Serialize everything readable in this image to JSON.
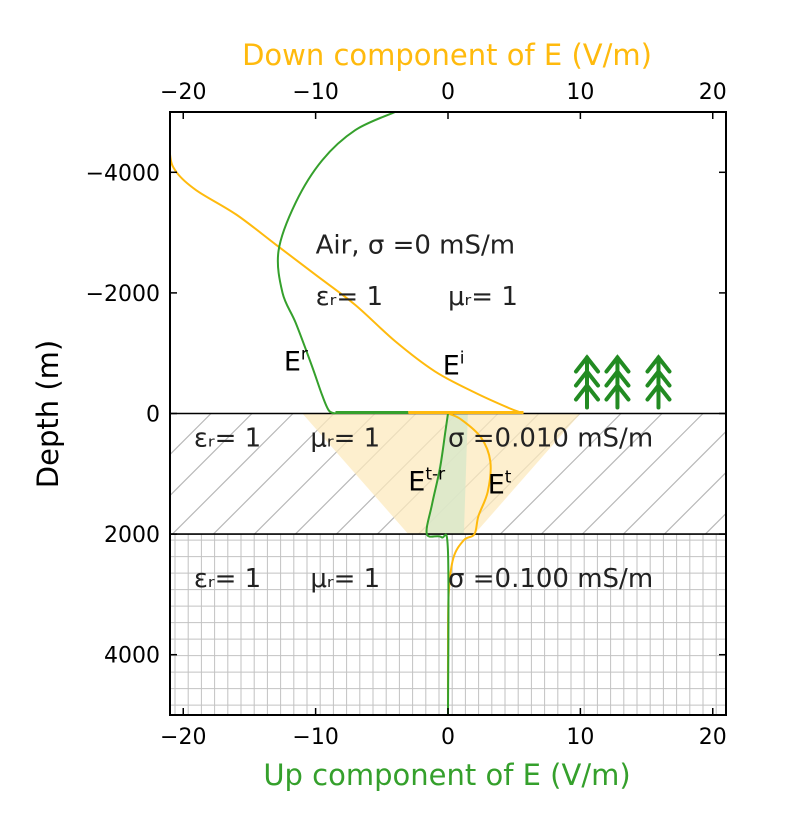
{
  "chart_data": {
    "type": "line",
    "top_xlabel": "Down component of E (V/m)",
    "bottom_xlabel": "Up component of E (V/m)",
    "ylabel": "Depth (m)",
    "xlim": [
      -21,
      21
    ],
    "ylim": [
      -5000,
      5000
    ],
    "y_inverted": true,
    "x_ticks": [
      -20,
      -10,
      0,
      10,
      20
    ],
    "y_ticks": [
      -4000,
      -2000,
      0,
      2000,
      4000
    ],
    "x_tick_labels": [
      "−20",
      "−10",
      "0",
      "10",
      "20"
    ],
    "y_tick_labels": [
      "−4000",
      "−2000",
      "0",
      "2000",
      "4000"
    ],
    "colors": {
      "down": "#FFBA0D",
      "up": "#35A02C",
      "fill_down": "#FCE9BE",
      "fill_up": "#D9E8C9",
      "trees": "#228B22",
      "axis": "#000000"
    },
    "layers": [
      {
        "name": "air",
        "top": -5000,
        "bottom": 0,
        "pattern": "none",
        "labels": {
          "main": "Air, σ =0 mS/m",
          "eps": "εᵣ= 1",
          "mu": "μᵣ= 1"
        }
      },
      {
        "name": "layer1",
        "top": 0,
        "bottom": 2000,
        "pattern": "diagonal",
        "labels": {
          "eps": "εᵣ= 1",
          "mu": "μᵣ= 1",
          "sigma": "σ =0.010 mS/m"
        }
      },
      {
        "name": "layer2",
        "top": 2000,
        "bottom": 5000,
        "pattern": "grid",
        "labels": {
          "eps": "εᵣ= 1",
          "mu": "μᵣ= 1",
          "sigma": "σ =0.100 mS/m"
        }
      }
    ],
    "series": [
      {
        "key": "Ei",
        "color_key": "down",
        "label_base": "E",
        "label_sup": "i",
        "points": [
          [
            -21,
            -5000
          ],
          [
            -21,
            -4300
          ],
          [
            -20.5,
            -4000
          ],
          [
            -19,
            -3700
          ],
          [
            -16,
            -3300
          ],
          [
            -13,
            -2800
          ],
          [
            -10,
            -2300
          ],
          [
            -7,
            -1800
          ],
          [
            -4,
            -1200
          ],
          [
            -1,
            -700
          ],
          [
            2,
            -350
          ],
          [
            4.5,
            -100
          ],
          [
            5.7,
            0
          ]
        ]
      },
      {
        "key": "Er",
        "color_key": "up",
        "label_base": "E",
        "label_sup": "r",
        "points": [
          [
            -4,
            -5000
          ],
          [
            -7,
            -4700
          ],
          [
            -9.5,
            -4200
          ],
          [
            -11.5,
            -3500
          ],
          [
            -12.8,
            -2700
          ],
          [
            -12.5,
            -2000
          ],
          [
            -11.5,
            -1500
          ],
          [
            -10.3,
            -800
          ],
          [
            -9.5,
            -300
          ],
          [
            -9,
            -50
          ],
          [
            -8.5,
            0
          ]
        ]
      },
      {
        "key": "Et_down",
        "color_key": "down",
        "label_base": "E",
        "label_sup": "t",
        "points": [
          [
            0,
            0
          ],
          [
            1,
            100
          ],
          [
            2.5,
            400
          ],
          [
            3.2,
            800
          ],
          [
            3,
            1300
          ],
          [
            2.3,
            1700
          ],
          [
            2,
            2000
          ],
          [
            1.2,
            2100
          ],
          [
            0.4,
            2400
          ],
          [
            0.05,
            3000
          ],
          [
            0,
            4000
          ],
          [
            0,
            5000
          ]
        ]
      },
      {
        "key": "Et_up",
        "color_key": "up",
        "label_base": "E",
        "label_sup": "t-r",
        "points": [
          [
            0,
            0
          ],
          [
            -0.2,
            300
          ],
          [
            -0.6,
            900
          ],
          [
            -1.2,
            1500
          ],
          [
            -1.6,
            2000
          ],
          [
            -0.5,
            2050
          ],
          [
            0,
            2300
          ],
          [
            0,
            5000
          ]
        ]
      }
    ],
    "surface_segments": [
      {
        "color_key": "up",
        "x1": -8.5,
        "x2": -3
      },
      {
        "color_key": "down",
        "x1": -3,
        "x2": 5.7
      }
    ],
    "fills": [
      {
        "color_key": "fill_down",
        "opacity": 0.75,
        "points": [
          [
            -11,
            0
          ],
          [
            10,
            0
          ],
          [
            2,
            2000
          ],
          [
            -3,
            2000
          ]
        ]
      },
      {
        "color_key": "fill_up",
        "opacity": 0.85,
        "points": [
          [
            0,
            0
          ],
          [
            1.5,
            0
          ],
          [
            1.2,
            2000
          ],
          [
            -1.6,
            2000
          ]
        ]
      }
    ],
    "tree_positions_x": [
      10.5,
      12.8,
      15.9
    ]
  }
}
